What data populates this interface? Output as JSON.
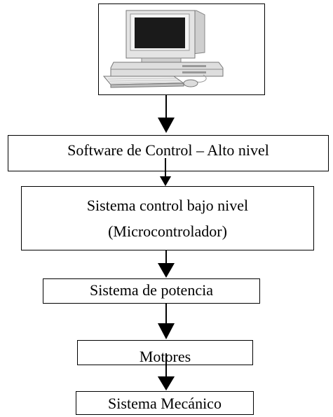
{
  "diagram": {
    "computer": {
      "icon": "desktop-computer-icon"
    },
    "boxes": {
      "software": "Software de Control – Alto nivel",
      "lowlevel_line1": "Sistema control bajo nivel",
      "lowlevel_line2": "(Microcontrolador)",
      "power": "Sistema de potencia",
      "motors": "Motores",
      "mechanical": "Sistema Mecánico"
    },
    "colors": {
      "stroke": "#000000",
      "computer_body": "#e2e2e2",
      "computer_screen": "#1a1a1a"
    }
  }
}
